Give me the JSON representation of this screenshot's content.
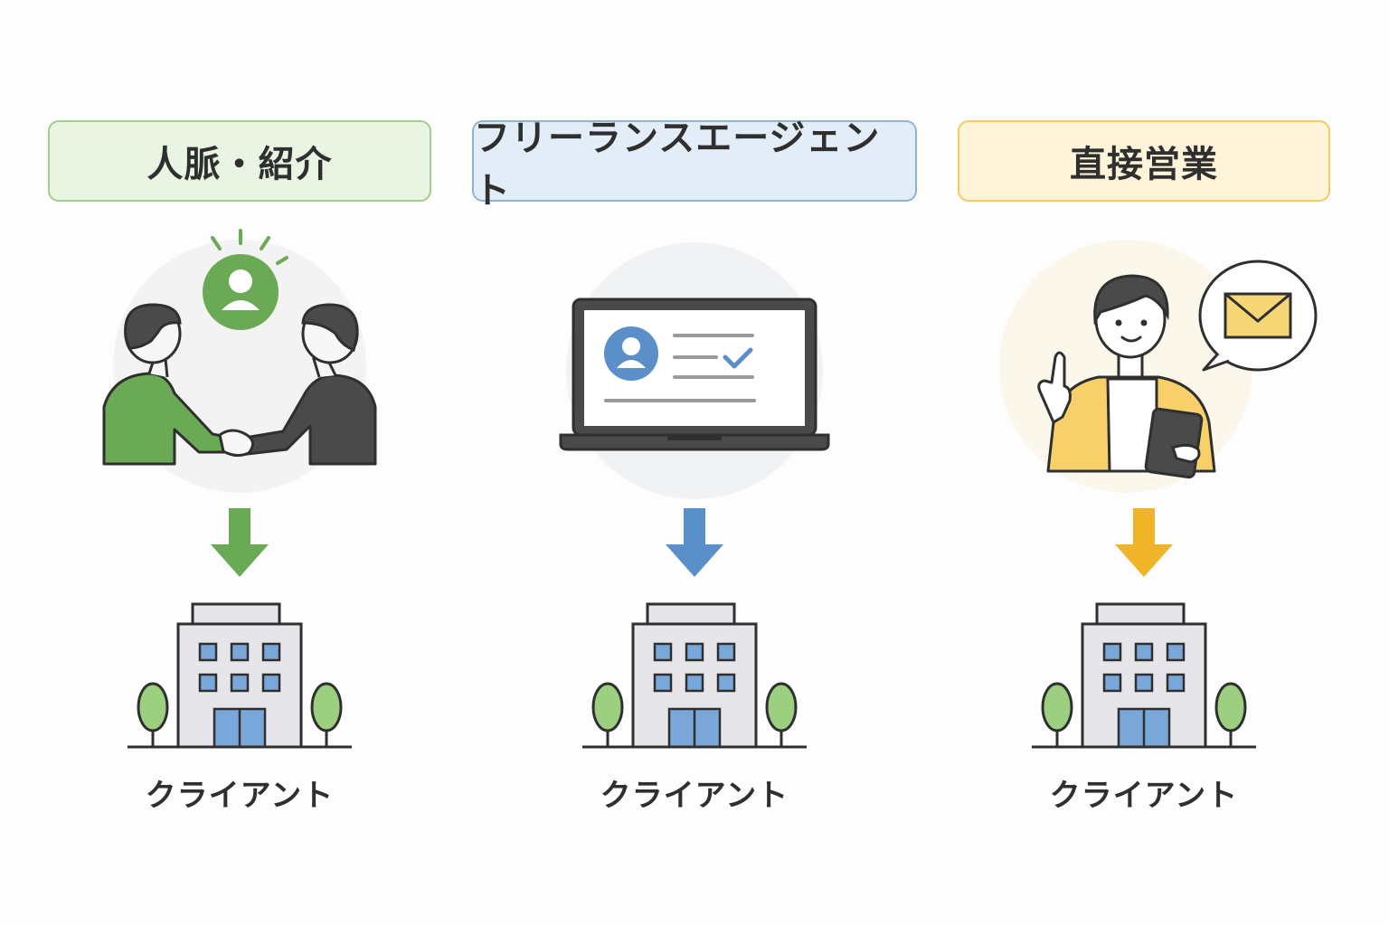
{
  "columns": [
    {
      "label": "人脈・紹介",
      "accent": "#6aaa55",
      "client_label": "クライアント"
    },
    {
      "label": "フリーランスエージェント",
      "accent": "#5b8fc9",
      "client_label": "クライアント"
    },
    {
      "label": "直接営業",
      "accent": "#f0b429",
      "client_label": "クライアント"
    }
  ],
  "icons": {
    "column_1": "handshake-people-icon",
    "column_2": "laptop-profile-icon",
    "column_3": "salesperson-mail-icon",
    "arrow": "arrow-down-icon",
    "client": "office-building-icon"
  }
}
